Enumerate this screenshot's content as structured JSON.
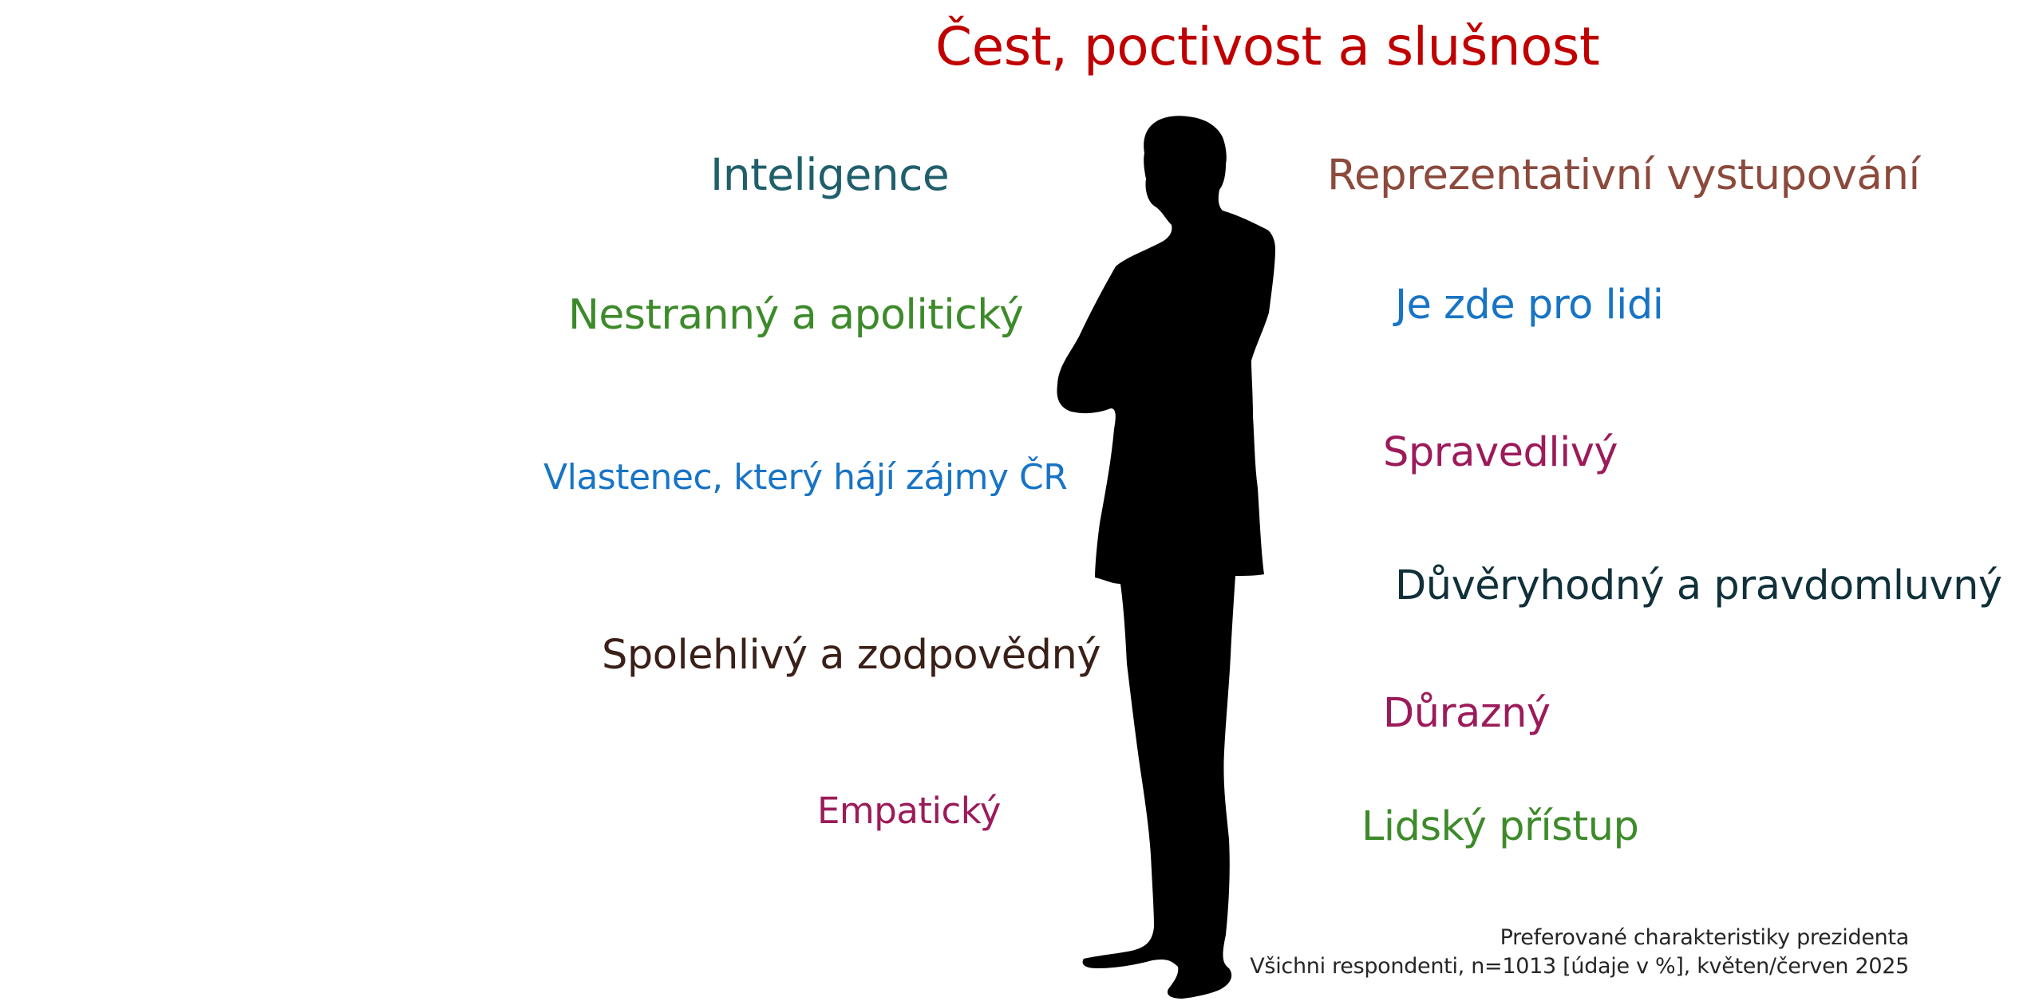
{
  "headline": {
    "text": "Čest, poctivost a slušnost",
    "color": "#c00000"
  },
  "traits": [
    {
      "id": "inteligence",
      "text": "Inteligence",
      "color": "#1f5f6b"
    },
    {
      "id": "reprezentativni",
      "text": "Reprezentativní vystupování",
      "color": "#8b4a3c"
    },
    {
      "id": "nestranny",
      "text": "Nestranný a apolitický",
      "color": "#3d8a2a"
    },
    {
      "id": "je-zde",
      "text": "Je zde pro lidi",
      "color": "#1874c5"
    },
    {
      "id": "vlastenec",
      "text": "Vlastenec, který hájí zájmy ČR",
      "color": "#1874c5"
    },
    {
      "id": "spravedlivy",
      "text": "Spravedlivý",
      "color": "#9c1b5a"
    },
    {
      "id": "duveryhodny",
      "text": "Důvěryhodný a  pravdomluvný",
      "color": "#10303a"
    },
    {
      "id": "spolehlivy",
      "text": "Spolehlivý a zodpovědný",
      "color": "#3a2018"
    },
    {
      "id": "durazny",
      "text": "Důrazný",
      "color": "#9c1b5a"
    },
    {
      "id": "empaticky",
      "text": "Empatický",
      "color": "#9c1b5a"
    },
    {
      "id": "lidsky",
      "text": "Lidský přístup",
      "color": "#3d8a2a"
    }
  ],
  "footnote": {
    "line1": "Preferované charakteristiky prezidenta",
    "line2": "Všichni respondenti, n=1013 [údaje v %], květen/červen 2025"
  },
  "silhouette_icon": "standing-man-silhouette-icon"
}
